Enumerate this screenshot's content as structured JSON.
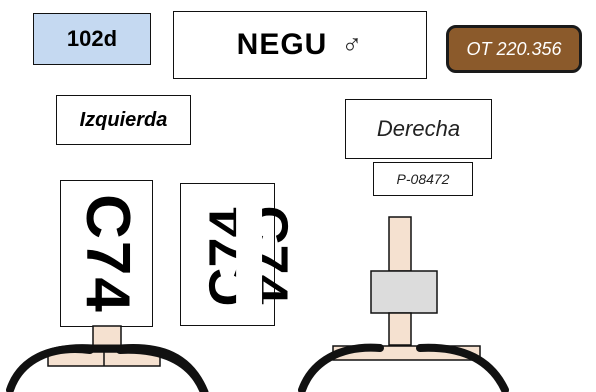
{
  "header": {
    "id": "102d",
    "name": "NEGU",
    "sex_symbol": "♂",
    "order_code": "OT 220.356"
  },
  "left": {
    "label": "Izquierda",
    "ring_code": "C74",
    "back_ring_code": "C74"
  },
  "right": {
    "label": "Derecha",
    "plate_code": "P-08472"
  },
  "colors": {
    "id_fill": "#c5d9f1",
    "ot_fill": "#8b5a2b",
    "leg_fill": "#f5e1d0"
  }
}
